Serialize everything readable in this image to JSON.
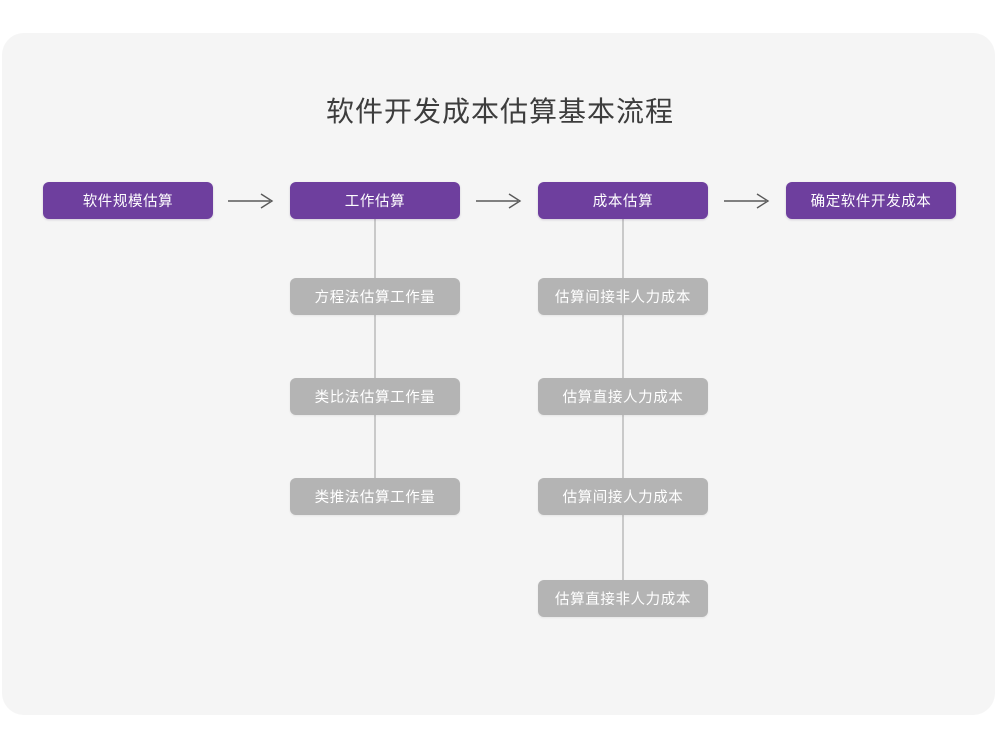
{
  "chart_data": {
    "type": "diagram",
    "title": "软件开发成本估算基本流程",
    "orientation": "left-to-right with vertical sub-branches",
    "colors": {
      "canvas": "#ffffff",
      "card": "#f5f5f5",
      "primary_node": "#6e3f9e",
      "secondary_node": "#b4b4b4",
      "node_text": "#ffffff",
      "title_text": "#3d3d3d",
      "connector_line": "#c9c9c9",
      "arrow": "#595959"
    },
    "main_flow": [
      {
        "id": "scale",
        "label": "软件规模估算",
        "order": 1
      },
      {
        "id": "effort",
        "label": "工作估算",
        "order": 2
      },
      {
        "id": "cost",
        "label": "成本估算",
        "order": 3
      },
      {
        "id": "final",
        "label": "确定软件开发成本",
        "order": 4
      }
    ],
    "arrows": [
      {
        "from": "scale",
        "to": "effort",
        "glyph": "→"
      },
      {
        "from": "effort",
        "to": "cost",
        "glyph": "→"
      },
      {
        "from": "cost",
        "to": "final",
        "glyph": "→"
      }
    ],
    "branches": [
      {
        "parent": "effort",
        "parent_label": "工作估算",
        "items": [
          "方程法估算工作量",
          "类比法估算工作量",
          "类推法估算工作量"
        ]
      },
      {
        "parent": "cost",
        "parent_label": "成本估算",
        "items": [
          "估算间接非人力成本",
          "估算直接人力成本",
          "估算间接人力成本",
          "估算直接非人力成本"
        ]
      }
    ]
  },
  "diagram": {
    "title": "软件开发成本估算基本流程",
    "nodes": {
      "scale": "软件规模估算",
      "effort": "工作估算",
      "cost": "成本估算",
      "final": "确定软件开发成本"
    },
    "branch_effort": [
      "方程法估算工作量",
      "类比法估算工作量",
      "类推法估算工作量"
    ],
    "branch_cost": [
      "估算间接非人力成本",
      "估算直接人力成本",
      "估算间接人力成本",
      "估算直接非人力成本"
    ]
  }
}
